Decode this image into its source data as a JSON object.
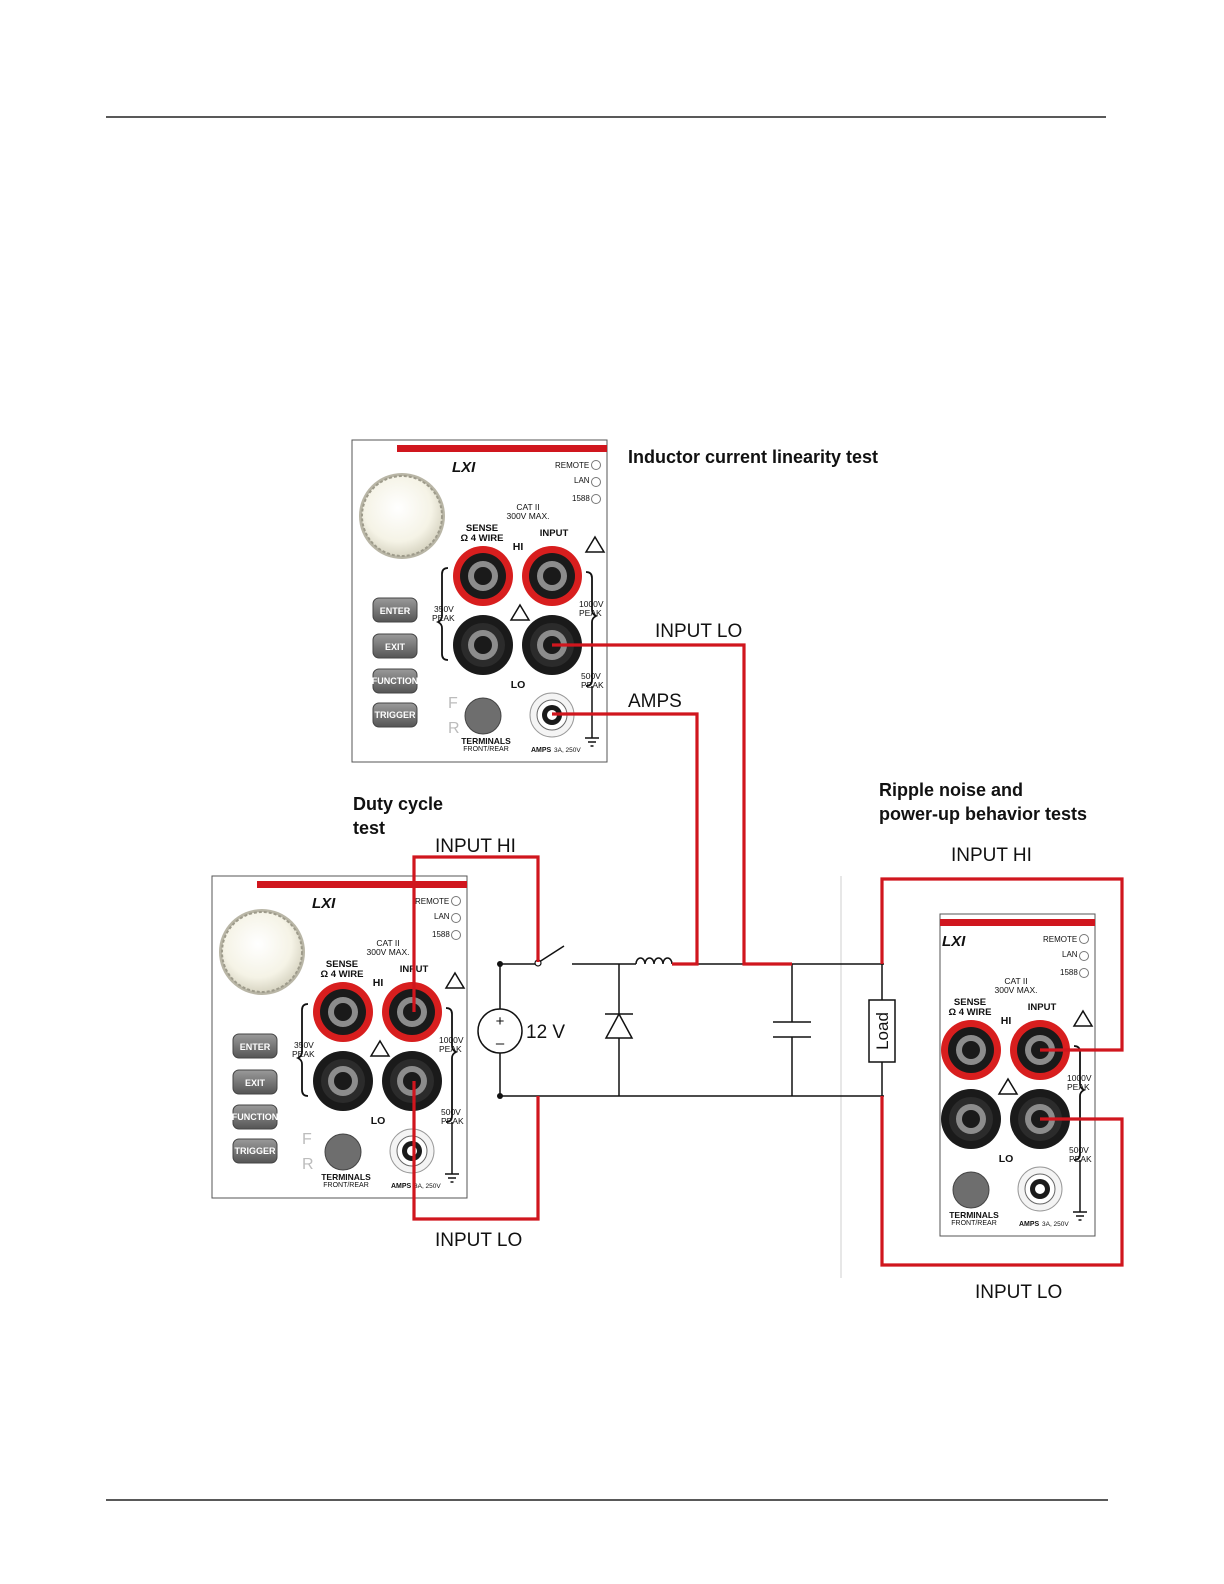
{
  "titles": {
    "inductor": "Inductor current linearity test",
    "duty_line1": "Duty cycle",
    "duty_line2": "test",
    "ripple_line1": "Ripple noise and",
    "ripple_line2": "power-up behavior tests"
  },
  "wire_labels": {
    "top_input_lo": "INPUT LO",
    "top_amps": "AMPS",
    "left_input_hi": "INPUT HI",
    "left_input_lo": "INPUT LO",
    "right_input_hi": "INPUT HI",
    "right_input_lo": "INPUT LO"
  },
  "circuit": {
    "source": "12 V",
    "source_plus": "+",
    "source_minus": "–",
    "load": "Load"
  },
  "panel": {
    "logo": "LXI",
    "remote": "REMOTE",
    "lan": "LAN",
    "ptp": "1588",
    "cat1": "CAT II",
    "cat2": "300V MAX.",
    "sense1": "SENSE",
    "sense2": "Ω 4 WIRE",
    "input": "INPUT",
    "hi": "HI",
    "lo": "LO",
    "peak350a": "350V",
    "peak350b": "PEAK",
    "peak1000a": "1000V",
    "peak1000b": "PEAK",
    "peak500a": "500V",
    "peak500b": "PEAK",
    "enter": "ENTER",
    "exit": "EXIT",
    "function": "FUNCTION",
    "trigger": "TRIGGER",
    "f": "F",
    "r": "R",
    "terminals": "TERMINALS",
    "frontrear": "FRONT/REAR",
    "amps": "AMPS",
    "amps_rating": "3A, 250V"
  },
  "colors": {
    "wire": "#d0161e",
    "panel_bar": "#d0161e",
    "jack_red": "#d81e1e",
    "jack_black": "#1a1a1a",
    "button": "#6e6e6e"
  }
}
